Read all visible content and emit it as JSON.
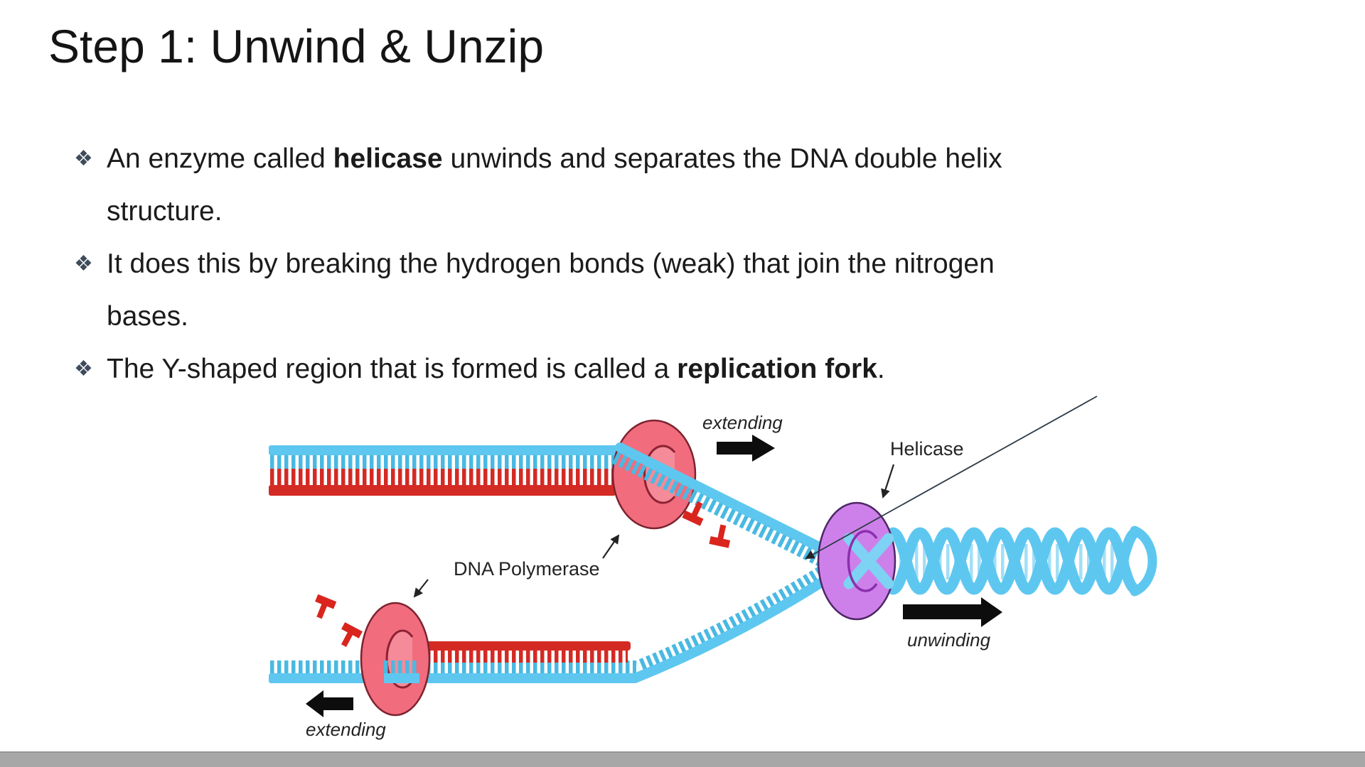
{
  "slide": {
    "title": "Step 1: Unwind & Unzip",
    "bullet_glyph": "❖",
    "bullets": [
      {
        "lines": [
          {
            "segments": [
              {
                "text": "An enzyme called "
              },
              {
                "text": "helicase",
                "bold": true
              },
              {
                "text": " unwinds and separates the DNA double helix"
              }
            ]
          },
          {
            "segments": [
              {
                "text": "structure."
              }
            ]
          }
        ]
      },
      {
        "lines": [
          {
            "segments": [
              {
                "text": "It does this by breaking the hydrogen bonds (weak) that join the nitrogen"
              }
            ]
          },
          {
            "segments": [
              {
                "text": "bases."
              }
            ]
          }
        ]
      },
      {
        "lines": [
          {
            "segments": [
              {
                "text": "The Y-shaped region that is formed is called a "
              },
              {
                "text": "replication fork",
                "bold": true
              },
              {
                "text": "."
              }
            ]
          }
        ]
      }
    ]
  },
  "diagram": {
    "labels": {
      "extending_top": "extending",
      "helicase": "Helicase",
      "dna_polymerase": "DNA Polymerase",
      "unwinding": "unwinding",
      "extending_bottom": "extending"
    },
    "colors": {
      "strand_blue": "#5ec7f0",
      "strand_blue_teeth": "#49b9e2",
      "strand_red": "#d42a24",
      "polymerase_pink": "#f16c7d",
      "helicase_purple": "#cd80ea",
      "helix_rungs": "#a2dff7",
      "bullet_diamond": "#3e4b5a",
      "bottom_bar_gray": "#a7a7a7"
    }
  }
}
